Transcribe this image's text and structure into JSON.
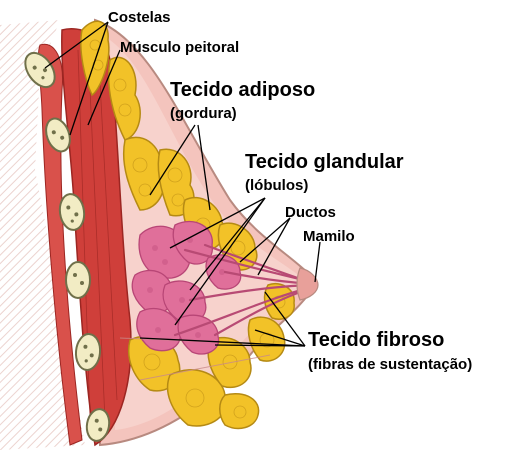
{
  "labels": {
    "ribs": "Costelas",
    "pectoral_muscle": "Músculo peitoral",
    "adipose_tissue": "Tecido adiposo",
    "adipose_sub": "(gordura)",
    "glandular_tissue": "Tecido glandular",
    "glandular_sub": "(lóbulos)",
    "ducts": "Ductos",
    "nipple": "Mamilo",
    "fibrous_tissue": "Tecido fibroso",
    "fibrous_sub": "(fibras de sustentação)"
  },
  "colors": {
    "skin": "#f4c4bd",
    "skin_outline": "#b88a80",
    "background_hatch": "#ecd3cf",
    "muscle": "#cf3f3a",
    "muscle_dark": "#9c2622",
    "rib": "#f2ecc4",
    "rib_outline": "#70704a",
    "fat": "#f2c228",
    "fat_outline": "#b58a14",
    "lobule": "#e06f9a",
    "lobule_dark": "#b84676",
    "duct": "#b84a74"
  }
}
